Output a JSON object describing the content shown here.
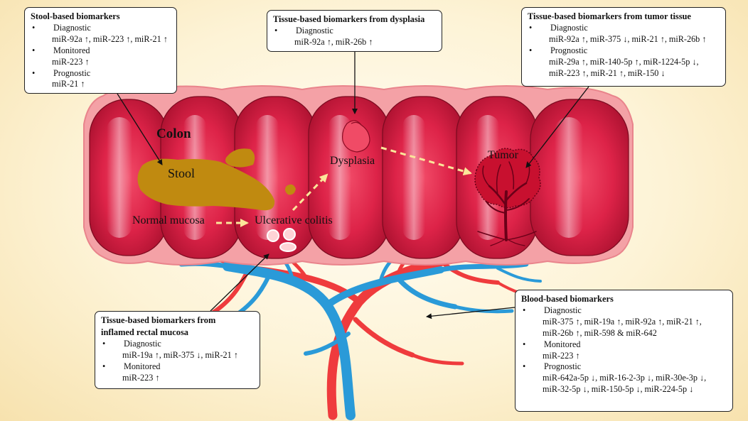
{
  "colon_labels": {
    "colon": "Colon",
    "stool": "Stool",
    "normal_mucosa": "Normal mucosa",
    "ulcerative_colitis": "Ulcerative colitis",
    "dysplasia": "Dysplasia",
    "tumor": "Tumor"
  },
  "stool_box": {
    "title": "Stool-based biomarkers",
    "groups": [
      {
        "label": "Diagnostic",
        "values": [
          "miR-92a ↑,  miR-223 ↑, miR-21 ↑"
        ]
      },
      {
        "label": "Monitored",
        "values": [
          "miR-223 ↑"
        ]
      },
      {
        "label": "Prognostic",
        "values": [
          "miR-21 ↑"
        ]
      }
    ]
  },
  "dysplasia_box": {
    "title": "Tissue-based biomarkers from dysplasia",
    "groups": [
      {
        "label": "Diagnostic",
        "values": [
          "miR-92a ↑, miR-26b ↑"
        ]
      }
    ]
  },
  "tumor_box": {
    "title": "Tissue-based biomarkers from tumor tissue",
    "groups": [
      {
        "label": "Diagnostic",
        "values": [
          "miR-92a ↑, miR-375 ↓, miR-21 ↑, miR-26b ↑"
        ]
      },
      {
        "label": "Prognostic",
        "values": [
          "miR-29a ↑, miR-140-5p ↑, miR-1224-5p ↓,",
          "miR-223 ↑, miR-21 ↑, miR-150 ↓"
        ]
      }
    ]
  },
  "rectal_box": {
    "title_lines": [
      "Tissue-based biomarkers from",
      "inflamed rectal mucosa"
    ],
    "groups": [
      {
        "label": "Diagnostic",
        "values": [
          "miR-19a ↑, miR-375 ↓, miR-21 ↑"
        ]
      },
      {
        "label": "Monitored",
        "values": [
          "miR-223 ↑"
        ]
      }
    ]
  },
  "blood_box": {
    "title": "Blood-based biomarkers",
    "groups": [
      {
        "label": "Diagnostic",
        "values": [
          "miR-375 ↑, miR-19a ↑, miR-92a ↑, miR-21 ↑,",
          "miR-26b ↑, miR-598 & miR-642"
        ]
      },
      {
        "label": "Monitored",
        "values": [
          "miR-223 ↑"
        ]
      },
      {
        "label": "Prognostic",
        "values": [
          "miR-642a-5p ↓, miR-16-2-3p ↓, miR-30e-3p ↓,",
          "miR-32-5p ↓, miR-150-5p ↓, miR-224-5p ↓"
        ]
      }
    ]
  },
  "bullet_char": "•",
  "colors": {
    "colon_fill": "#d81f45",
    "colon_rim": "#f4a1a6",
    "stool": "#c08a10",
    "artery": "#ef3b3d",
    "vein": "#2a9ad8",
    "arrow_dashed": "#fbe69a"
  }
}
